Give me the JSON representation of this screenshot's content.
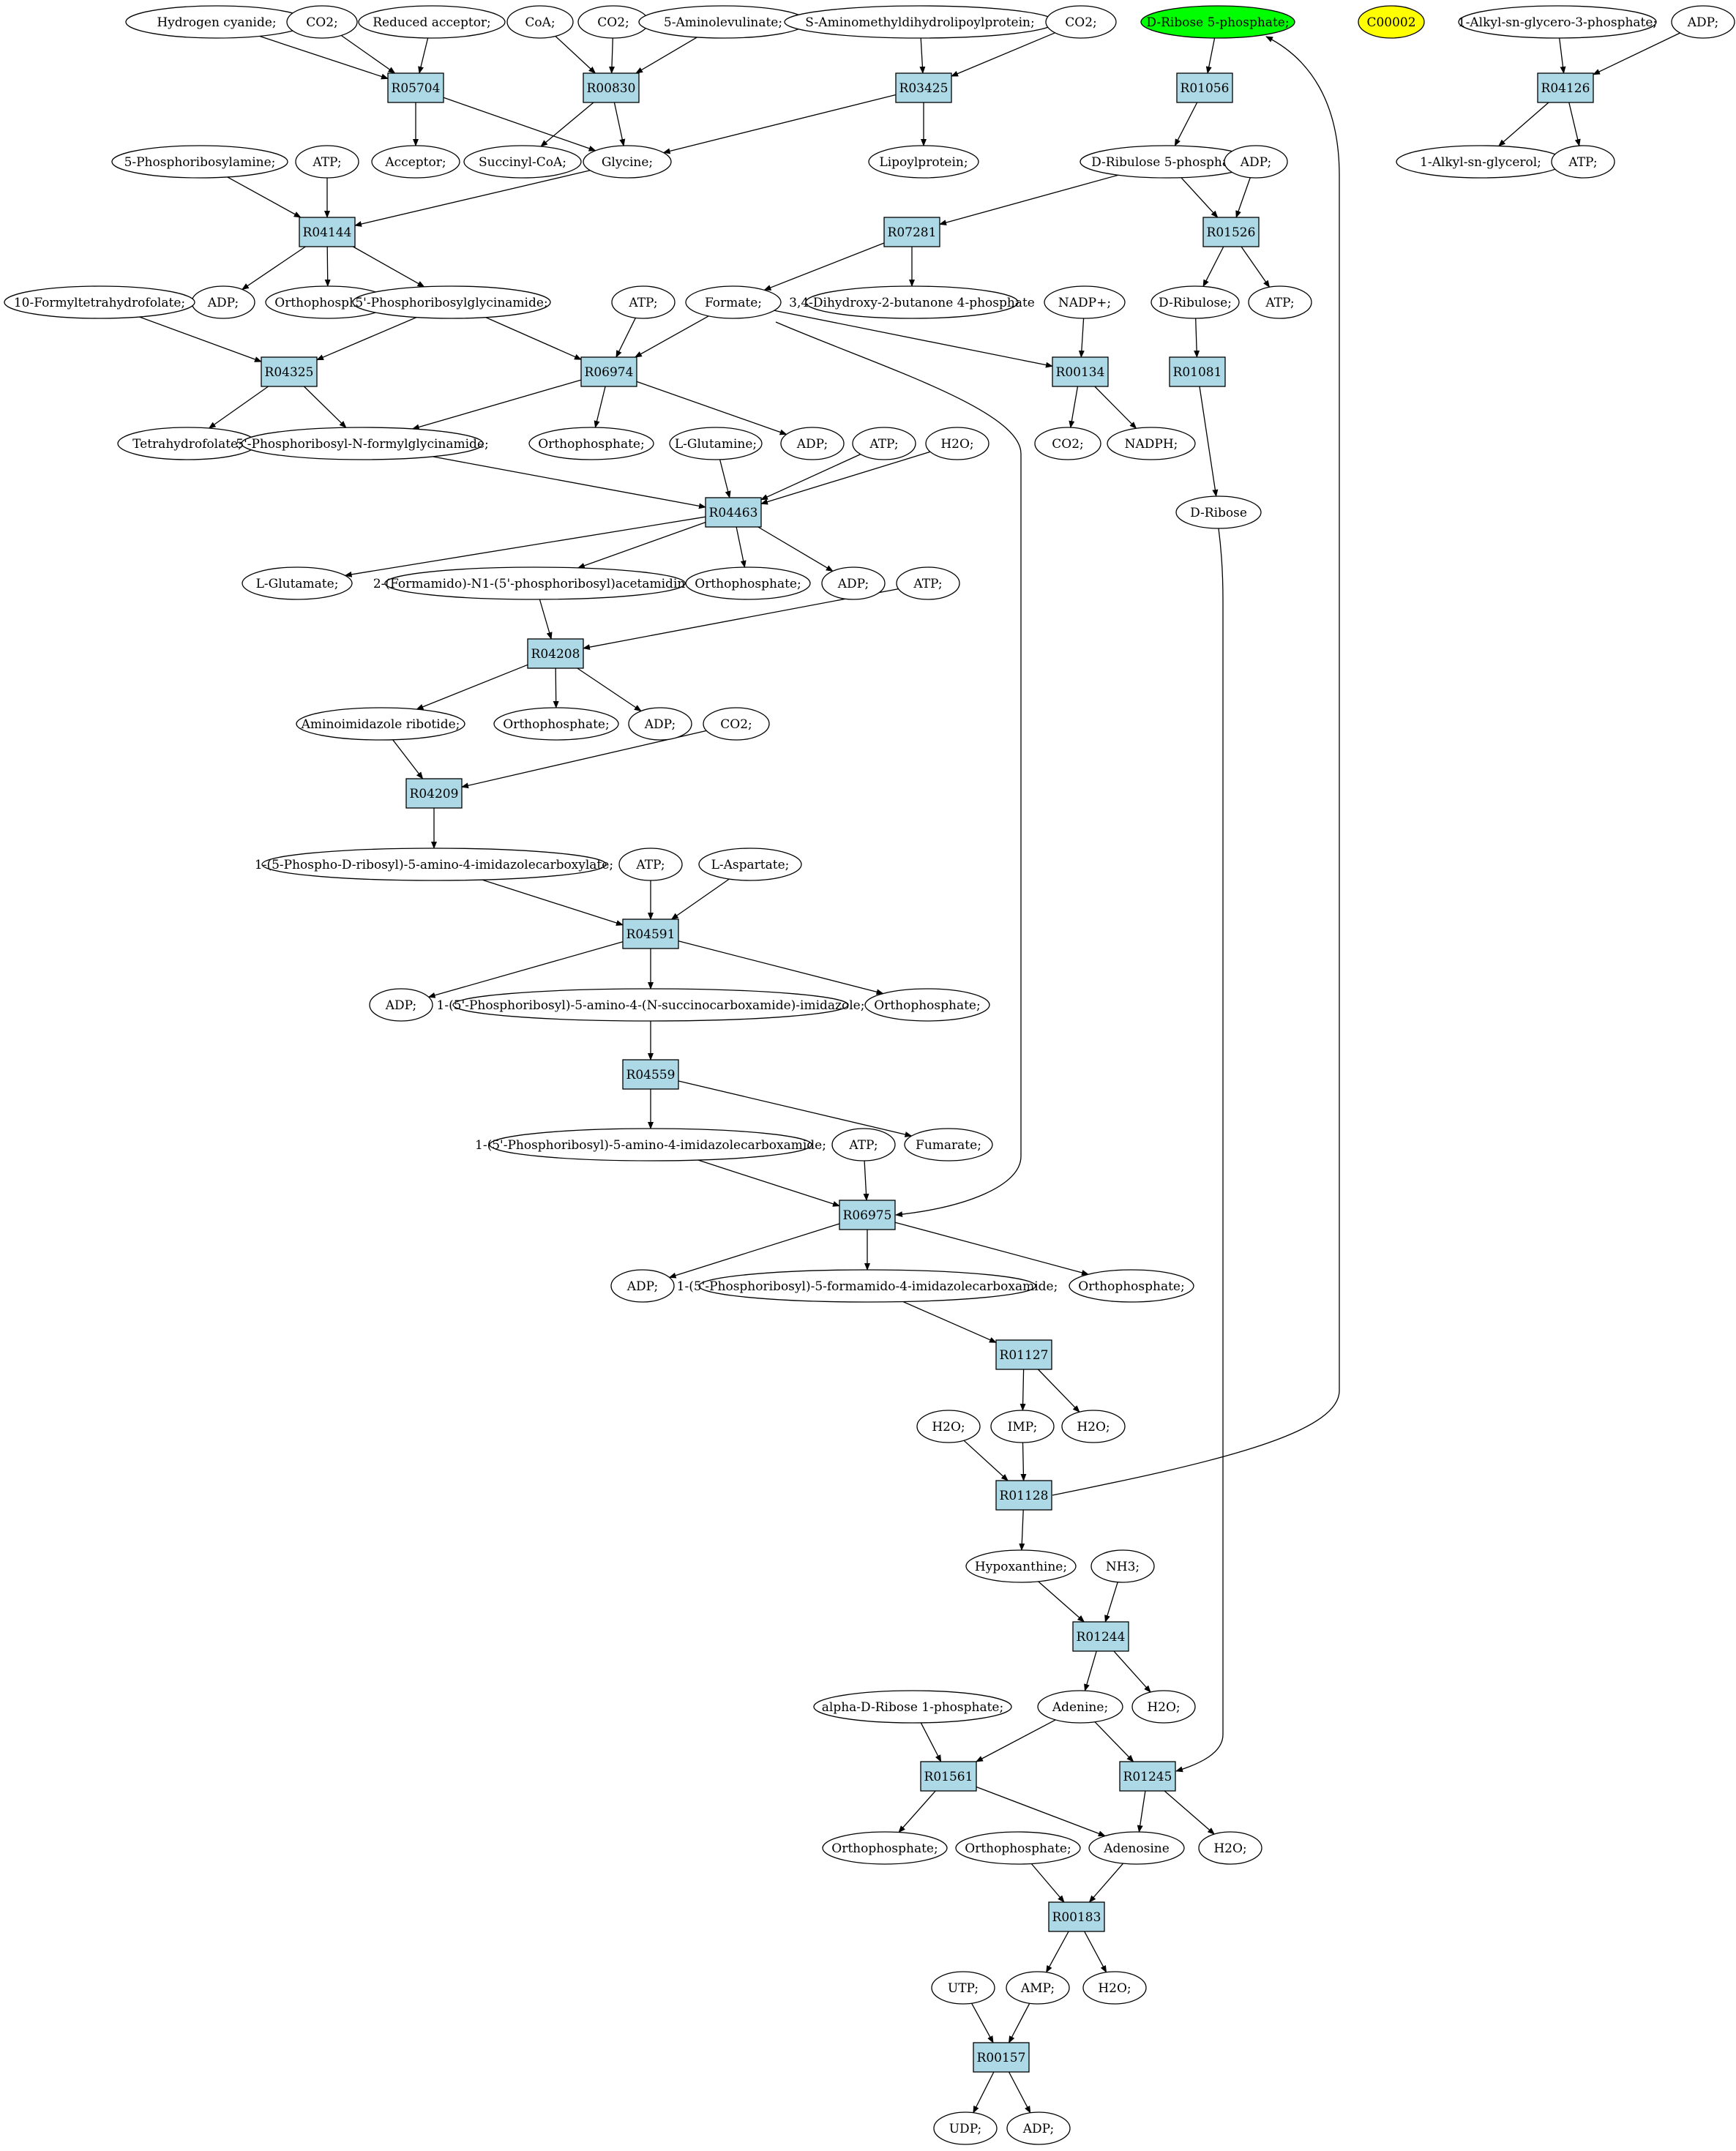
{
  "colors": {
    "reaction_fill": "#add8e6",
    "compound_fill": "#ffffff",
    "start_fill": "#00ff00",
    "unconnected_fill": "#ffff00",
    "stroke": "#000000"
  },
  "reactions": {
    "R05704": "R05704",
    "R00830": "R00830",
    "R03425": "R03425",
    "R01056": "R01056",
    "R04126": "R04126",
    "R04144": "R04144",
    "R07281": "R07281",
    "R01526": "R01526",
    "R04325": "R04325",
    "R06974": "R06974",
    "R00134": "R00134",
    "R01081": "R01081",
    "R04463": "R04463",
    "R04208": "R04208",
    "R04209": "R04209",
    "R04591": "R04591",
    "R04559": "R04559",
    "R06975": "R06975",
    "R01127": "R01127",
    "R01128": "R01128",
    "R01244": "R01244",
    "R01561": "R01561",
    "R01245": "R01245",
    "R00183": "R00183",
    "R00157": "R00157"
  },
  "compounds": {
    "c_hcn": "Hydrogen cyanide;",
    "c_co2_a": "CO2;",
    "c_redacc": "Reduced acceptor;",
    "c_coa": "CoA;",
    "c_co2_b": "CO2;",
    "c_5aml": "5-Aminolevulinate;",
    "c_samdl": "S-Aminomethyldihydrolipoylprotein;",
    "c_co2_c": "CO2;",
    "c_r5p": "D-Ribose 5-phosphate;",
    "c_c00002": "C00002",
    "c_alkylg3p": "1-Alkyl-sn-glycero-3-phosphate;",
    "c_adp_top": "ADP;",
    "c_acceptor": "Acceptor;",
    "c_succoa": "Succinyl-CoA;",
    "c_glycine": "Glycine;",
    "c_lipoyl": "Lipoylprotein;",
    "c_ru5p": "D-Ribulose 5-phosphate",
    "c_adp_r01526": "ADP;",
    "c_alkylg": "1-Alkyl-sn-glycerol;",
    "c_atp_r04126": "ATP;",
    "c_prpa": "5-Phosphoribosylamine;",
    "c_atp_r04144": "ATP;",
    "c_adp_r04144": "ADP;",
    "c_pi_r04144": "Orthophosphate;",
    "c_gar": "5'-Phosphoribosylglycinamide;",
    "c_fthf": "10-Formyltetrahydrofolate;",
    "c_atp_r06974": "ATP;",
    "c_formate": "Formate;",
    "c_dhbp": "3,4-Dihydroxy-2-butanone 4-phosphate",
    "c_nadp": "NADP+;",
    "c_ribulose": "D-Ribulose;",
    "c_atp_r01526": "ATP;",
    "c_thf": "Tetrahydrofolate;",
    "c_fgar": "5'-Phosphoribosyl-N-formylglycinamide;",
    "c_pi_r06974": "Orthophosphate;",
    "c_gln": "L-Glutamine;",
    "c_adp_r06974": "ADP;",
    "c_atp_r04463": "ATP;",
    "c_h2o_r04463": "H2O;",
    "c_co2_r00134": "CO2;",
    "c_nadph": "NADPH;",
    "c_ribose": "D-Ribose",
    "c_glu": "L-Glutamate;",
    "c_fgam": "2-(Formamido)-N1-(5'-phosphoribosyl)acetamidine;",
    "c_pi_r04463": "Orthophosphate;",
    "c_adp_r04463": "ADP;",
    "c_atp_r04208": "ATP;",
    "c_air": "Aminoimidazole ribotide;",
    "c_pi_r04208": "Orthophosphate;",
    "c_adp_r04208": "ADP;",
    "c_co2_r04209": "CO2;",
    "c_cair": "1-(5-Phospho-D-ribosyl)-5-amino-4-imidazolecarboxylate;",
    "c_atp_r04591": "ATP;",
    "c_asp": "L-Aspartate;",
    "c_adp_r04591": "ADP;",
    "c_saicar": "1-(5'-Phosphoribosyl)-5-amino-4-(N-succinocarboxamide)-imidazole;",
    "c_pi_r04591": "Orthophosphate;",
    "c_aicar": "1-(5'-Phosphoribosyl)-5-amino-4-imidazolecarboxamide;",
    "c_fumarate": "Fumarate;",
    "c_atp_r06975": "ATP;",
    "c_adp_r06975": "ADP;",
    "c_faicar": "1-(5'-Phosphoribosyl)-5-formamido-4-imidazolecarboxamide;",
    "c_pi_r06975": "Orthophosphate;",
    "c_h2o_in_r01128": "H2O;",
    "c_imp": "IMP;",
    "c_h2o_r01127": "H2O;",
    "c_hypoxanthine": "Hypoxanthine;",
    "c_nh3": "NH3;",
    "c_a1p": "alpha-D-Ribose 1-phosphate;",
    "c_adenine": "Adenine;",
    "c_h2o_r01244": "H2O;",
    "c_pi_r01561": "Orthophosphate;",
    "c_pi_in_r00183": "Orthophosphate;",
    "c_adenosine": "Adenosine",
    "c_h2o_r01245": "H2O;",
    "c_utp": "UTP;",
    "c_amp": "AMP;",
    "c_h2o_r00183": "H2O;",
    "c_udp": "UDP;",
    "c_adp_r00157": "ADP;"
  },
  "edges": [
    [
      "c_hcn",
      "R05704"
    ],
    [
      "c_co2_a",
      "R05704"
    ],
    [
      "c_redacc",
      "R05704"
    ],
    [
      "R05704",
      "c_acceptor"
    ],
    [
      "R05704",
      "c_glycine"
    ],
    [
      "c_coa",
      "R00830"
    ],
    [
      "c_co2_b",
      "R00830"
    ],
    [
      "c_5aml",
      "R00830"
    ],
    [
      "R00830",
      "c_succoa"
    ],
    [
      "R00830",
      "c_glycine"
    ],
    [
      "c_samdl",
      "R03425"
    ],
    [
      "c_co2_c",
      "R03425"
    ],
    [
      "R03425",
      "c_glycine"
    ],
    [
      "R03425",
      "c_lipoyl"
    ],
    [
      "c_r5p",
      "R01056"
    ],
    [
      "R01056",
      "c_ru5p"
    ],
    [
      "c_alkylg3p",
      "R04126"
    ],
    [
      "c_adp_top",
      "R04126"
    ],
    [
      "R04126",
      "c_alkylg"
    ],
    [
      "R04126",
      "c_atp_r04126"
    ],
    [
      "c_prpa",
      "R04144"
    ],
    [
      "c_atp_r04144",
      "R04144"
    ],
    [
      "c_glycine",
      "R04144"
    ],
    [
      "R04144",
      "c_adp_r04144"
    ],
    [
      "R04144",
      "c_pi_r04144"
    ],
    [
      "R04144",
      "c_gar"
    ],
    [
      "c_ru5p",
      "R07281"
    ],
    [
      "R07281",
      "c_formate"
    ],
    [
      "R07281",
      "c_dhbp"
    ],
    [
      "c_ru5p",
      "R01526"
    ],
    [
      "c_adp_r01526",
      "R01526"
    ],
    [
      "R01526",
      "c_ribulose"
    ],
    [
      "R01526",
      "c_atp_r01526"
    ],
    [
      "c_fthf",
      "R04325"
    ],
    [
      "c_gar",
      "R04325"
    ],
    [
      "R04325",
      "c_thf"
    ],
    [
      "R04325",
      "c_fgar"
    ],
    [
      "c_gar",
      "R06974"
    ],
    [
      "c_atp_r06974",
      "R06974"
    ],
    [
      "c_formate",
      "R06974"
    ],
    [
      "R06974",
      "c_fgar"
    ],
    [
      "R06974",
      "c_pi_r06974"
    ],
    [
      "R06974",
      "c_adp_r06974"
    ],
    [
      "c_formate",
      "R00134"
    ],
    [
      "c_nadp",
      "R00134"
    ],
    [
      "R00134",
      "c_co2_r00134"
    ],
    [
      "R00134",
      "c_nadph"
    ],
    [
      "c_ribulose",
      "R01081"
    ],
    [
      "R01081",
      "c_ribose"
    ],
    [
      "c_fgar",
      "R04463"
    ],
    [
      "c_gln",
      "R04463"
    ],
    [
      "c_atp_r04463",
      "R04463"
    ],
    [
      "c_h2o_r04463",
      "R04463"
    ],
    [
      "R04463",
      "c_glu"
    ],
    [
      "R04463",
      "c_fgam"
    ],
    [
      "R04463",
      "c_pi_r04463"
    ],
    [
      "R04463",
      "c_adp_r04463"
    ],
    [
      "c_fgam",
      "R04208"
    ],
    [
      "c_atp_r04208",
      "R04208"
    ],
    [
      "R04208",
      "c_air"
    ],
    [
      "R04208",
      "c_pi_r04208"
    ],
    [
      "R04208",
      "c_adp_r04208"
    ],
    [
      "c_air",
      "R04209"
    ],
    [
      "c_co2_r04209",
      "R04209"
    ],
    [
      "R04209",
      "c_cair"
    ],
    [
      "c_cair",
      "R04591"
    ],
    [
      "c_atp_r04591",
      "R04591"
    ],
    [
      "c_asp",
      "R04591"
    ],
    [
      "R04591",
      "c_adp_r04591"
    ],
    [
      "R04591",
      "c_saicar"
    ],
    [
      "R04591",
      "c_pi_r04591"
    ],
    [
      "c_saicar",
      "R04559"
    ],
    [
      "R04559",
      "c_aicar"
    ],
    [
      "R04559",
      "c_fumarate"
    ],
    [
      "c_aicar",
      "R06975"
    ],
    [
      "c_atp_r06975",
      "R06975"
    ],
    [
      "c_formate",
      "R06975"
    ],
    [
      "R06975",
      "c_adp_r06975"
    ],
    [
      "R06975",
      "c_faicar"
    ],
    [
      "R06975",
      "c_pi_r06975"
    ],
    [
      "c_faicar",
      "R01127"
    ],
    [
      "R01127",
      "c_imp"
    ],
    [
      "R01127",
      "c_h2o_r01127"
    ],
    [
      "c_h2o_in_r01128",
      "R01128"
    ],
    [
      "c_imp",
      "R01128"
    ],
    [
      "R01128",
      "c_hypoxanthine"
    ],
    [
      "R01128",
      "c_r5p"
    ],
    [
      "c_hypoxanthine",
      "R01244"
    ],
    [
      "c_nh3",
      "R01244"
    ],
    [
      "R01244",
      "c_adenine"
    ],
    [
      "R01244",
      "c_h2o_r01244"
    ],
    [
      "c_a1p",
      "R01561"
    ],
    [
      "c_adenine",
      "R01561"
    ],
    [
      "R01561",
      "c_pi_r01561"
    ],
    [
      "R01561",
      "c_adenosine"
    ],
    [
      "c_adenine",
      "R01245"
    ],
    [
      "c_ribose",
      "R01245"
    ],
    [
      "R01245",
      "c_adenosine"
    ],
    [
      "R01245",
      "c_h2o_r01245"
    ],
    [
      "c_pi_in_r00183",
      "R00183"
    ],
    [
      "c_adenosine",
      "R00183"
    ],
    [
      "R00183",
      "c_amp"
    ],
    [
      "R00183",
      "c_h2o_r00183"
    ],
    [
      "c_utp",
      "R00157"
    ],
    [
      "c_amp",
      "R00157"
    ],
    [
      "R00157",
      "c_udp"
    ],
    [
      "R00157",
      "c_adp_r00157"
    ]
  ]
}
